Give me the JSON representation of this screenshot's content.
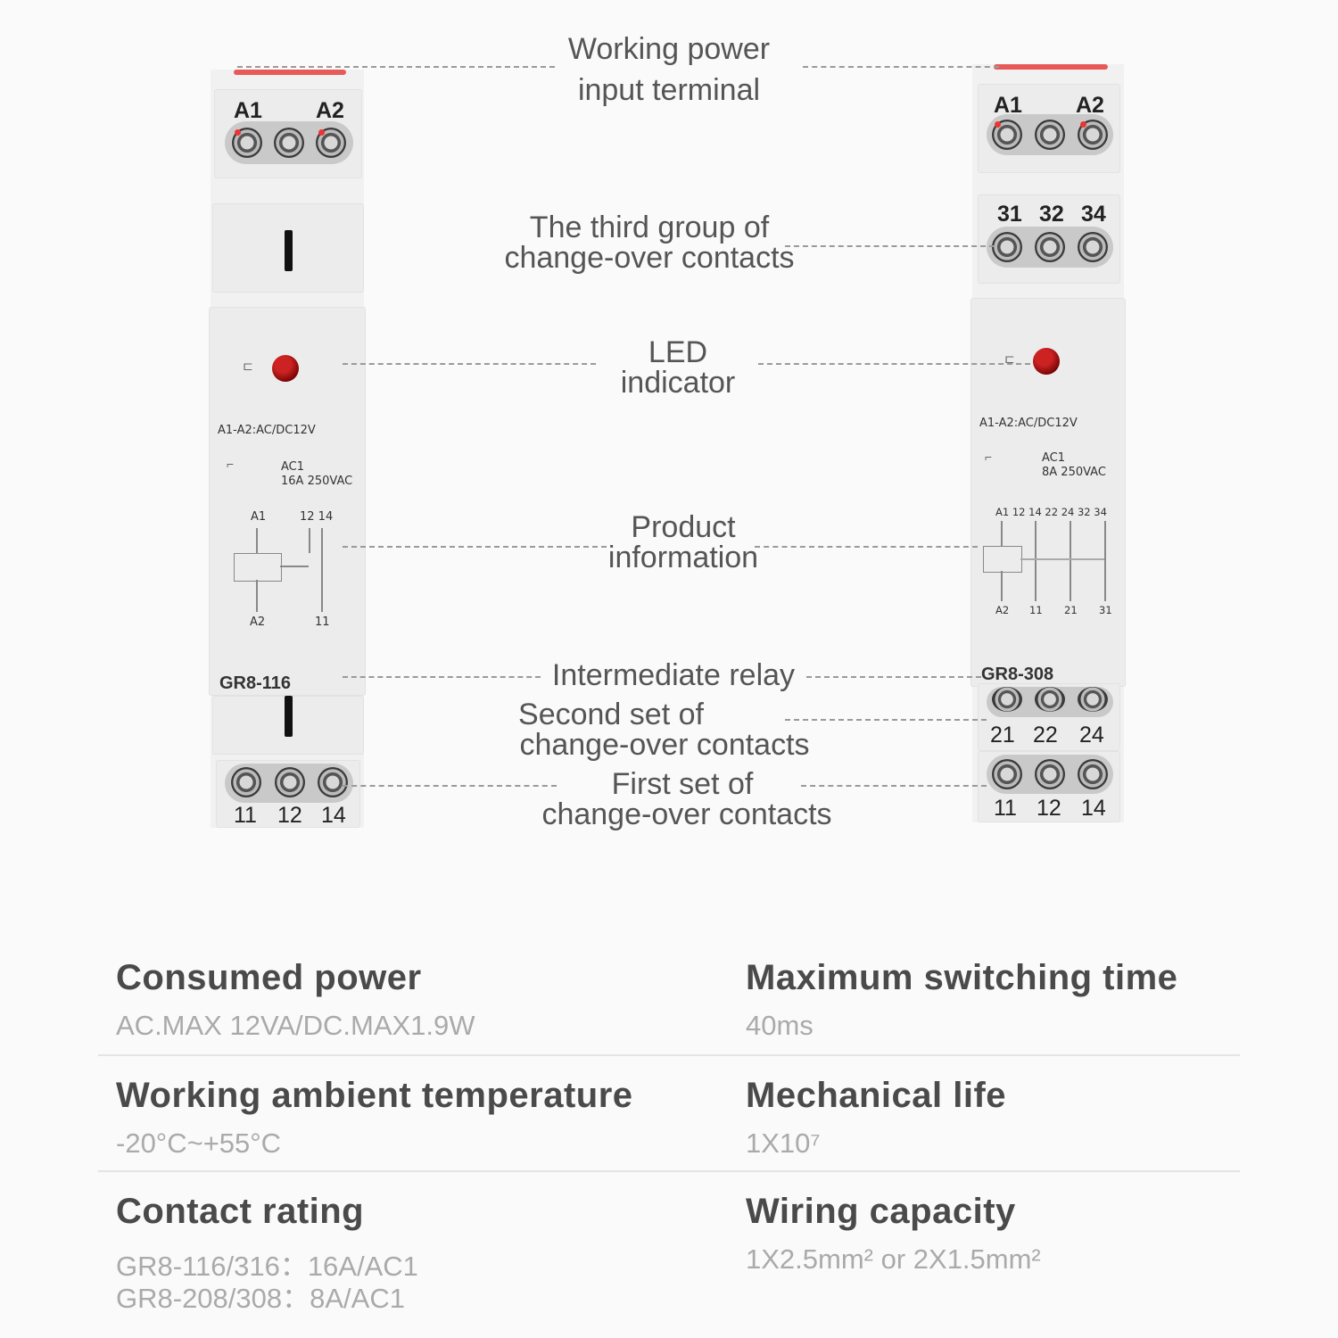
{
  "callouts": {
    "power_line1": "Working power",
    "power_line2": "input terminal",
    "third_line1": "The third group of",
    "third_line2": "change-over contacts",
    "led_line1": "LED",
    "led_line2": "indicator",
    "info_line1": "Product",
    "info_line2": "information",
    "relay": "Intermediate relay",
    "second_line1": "Second set of",
    "second_line2": "change-over contacts",
    "first_line1": "First set of",
    "first_line2": "change-over contacts"
  },
  "left_module": {
    "top_labels": [
      "A1",
      "A2"
    ],
    "voltage": "A1-A2:AC/DC12V",
    "rating_line1": "AC1",
    "rating_line2": "16A 250VAC",
    "diagram_top_a": "A1",
    "diagram_top_b": "12 14",
    "diagram_bottom_a": "A2",
    "diagram_bottom_b": "11",
    "model": "GR8-116",
    "bottom_labels": [
      "11",
      "12",
      "14"
    ]
  },
  "right_module": {
    "top_labels": [
      "A1",
      "A2"
    ],
    "third_labels": [
      "31",
      "32",
      "34"
    ],
    "voltage": "A1-A2:AC/DC12V",
    "rating_line1": "AC1",
    "rating_line2": "8A 250VAC",
    "diagram_top": "A1 12 14 22 24 32 34",
    "diagram_bottom": [
      "A2",
      "11",
      "21",
      "31"
    ],
    "model": "GR8-308",
    "second_labels": [
      "21",
      "22",
      "24"
    ],
    "first_labels": [
      "11",
      "12",
      "14"
    ]
  },
  "specs": {
    "consumed_title": "Consumed power",
    "consumed_value": "AC.MAX 12VA/DC.MAX1.9W",
    "switching_title": "Maximum switching time",
    "switching_value": "40ms",
    "temp_title": "Working ambient temperature",
    "temp_value": "-20°C~+55°C",
    "life_title": "Mechanical life",
    "life_value": "1X10⁷",
    "rating_title": "Contact rating",
    "rating_value1": "GR8-116/316：16A/AC1",
    "rating_value2": "GR8-208/308：8A/AC1",
    "wiring_title": "Wiring capacity",
    "wiring_value": "1X2.5mm² or 2X1.5mm²"
  },
  "colors": {
    "accent_red": "#e85a5a",
    "led_red": "#c22222"
  }
}
